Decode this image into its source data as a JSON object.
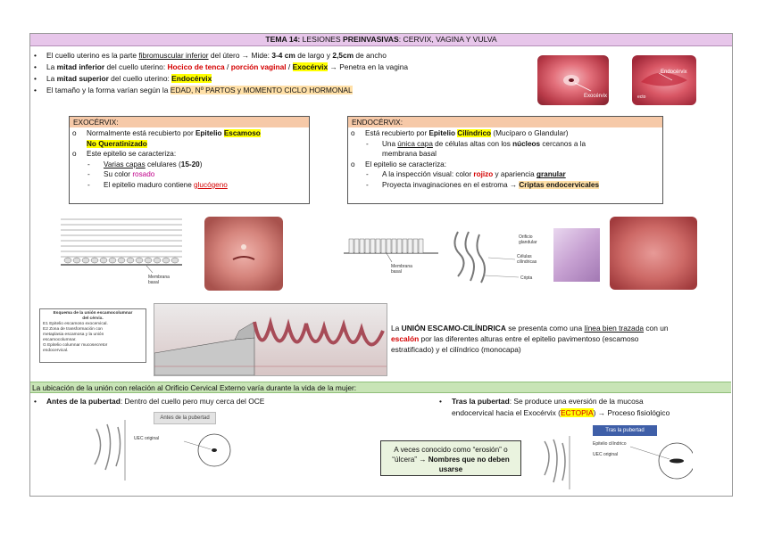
{
  "title": {
    "prefix": "TEMA 14:",
    "rest": " LESIONES ",
    "bold": "PREINVASIVAS",
    "tail": ": CERVIX, VAGINA Y VULVA"
  },
  "intro": {
    "b1": {
      "a": "El cuello uterino es la parte ",
      "u": "fibromuscular inferior",
      "b": " del útero → Mide: ",
      "m1": "3-4 cm",
      "c": " de largo y ",
      "m2": "2,5cm",
      "d": " de ancho"
    },
    "b2": {
      "a": "La ",
      "strong": "mitad inferior",
      "b": " del cuello uterino: ",
      "r1": "Hocico de tenca",
      "sep1": " / ",
      "r2": "porción vaginal",
      "sep2": " / ",
      "hl": "Exocérvix",
      "c": " → Penetra en la vagina"
    },
    "b3": {
      "a": "La ",
      "strong": "mitad superior",
      "b": " del cuello uterino: ",
      "hl": "Endocérvix"
    },
    "b4": {
      "a": "El tamaño y la forma varían según la ",
      "hl": "EDAD, Nº PARTOS y MOMENTO CICLO HORMONAL"
    }
  },
  "photo_labels": {
    "exo": "Exocérvix",
    "endo": "Endocérvix",
    "ecto": "ecto"
  },
  "exo_box": {
    "head": "EXOCÉRVIX:",
    "l1": {
      "a": "Normalmente está recubierto por ",
      "b": "Epitelio ",
      "hl": "Escamoso"
    },
    "l2": {
      "hl": "No Queratinizado"
    },
    "l3": "Este epitelio se caracteriza:",
    "l4": {
      "u": "Varias capas",
      "a": " celulares (",
      "b": "15-20",
      "c": ")"
    },
    "l5": {
      "a": "Su color ",
      "p": "rosado"
    },
    "l6": {
      "a": "El epitelio maduro contiene ",
      "r": "glucógeno"
    }
  },
  "endo_box": {
    "head": "ENDOCÉRVIX:",
    "l1": {
      "a": "Está recubierto por ",
      "b": "Epitelio ",
      "hl": "Cilíndrico",
      "c": " (Mucíparo o Glandular)"
    },
    "l2": {
      "a": "Una ",
      "u": "única capa",
      "b": " de células altas con los ",
      "s": "núcleos",
      "c": " cercanos a la"
    },
    "l3": "membrana basal",
    "l4": "El epitelio se caracteriza:",
    "l5": {
      "a": "A la inspección visual: color ",
      "r": "rojizo",
      "b": " y apariencia ",
      "u": "granular"
    },
    "l6": {
      "a": "Proyecta invaginaciones en el estroma → ",
      "hl": "Criptas endocervicales"
    }
  },
  "fig_labels": {
    "membrana1": "Membrana",
    "basal1": "basal",
    "membrana2": "Membrana",
    "basal2": "basal",
    "orificio": "Orificio",
    "glandular": "glandular",
    "celulas": "Células",
    "cilindricas": "cilíndricas",
    "cripta": "Cripta"
  },
  "schema": {
    "title1": "Esquema de la unión escamocolumnar",
    "title2": "del cérvix.",
    "i1": "E1 Epitelio escamoso exocervical.",
    "i2": "E2 Zona de transformación con",
    "i3": "metaplasia escamosa y la unión",
    "i4": "escamocolumnar.",
    "i5": "G Epitelio columnar mucosecretor",
    "i6": "endocervical."
  },
  "union_text": {
    "l1": {
      "a": "La ",
      "s": "UNIÓN ESCAMO-CILÍNDRICA",
      "b": " se presenta como una ",
      "u": "línea bien trazada",
      "c": " con un"
    },
    "l2": {
      "r": "escalón",
      "a": " por las diferentes alturas entre el epitelio pavimentoso (escamoso"
    },
    "l3": "estratificado) y el cilíndrico (monocapa)"
  },
  "section": "La ubicación de la unión con relación al Orificio Cervical Externo varía durante la vida de la mujer:",
  "before": {
    "s": "Antes de la pubertad",
    "a": ": Dentro del cuello pero muy cerca del OCE"
  },
  "after": {
    "s": "Tras la pubertad",
    "a": ": Se produce una eversión de la mucosa",
    "l2a": "endocervical hacia el Exocérvix (",
    "hl": "ECTOPIA",
    "l2b": ") → Proceso fisiológico"
  },
  "diagram1": {
    "banner": "Antes de la pubertad",
    "label": "UEC original"
  },
  "diagram2": {
    "banner": "Tras la pubertad",
    "label1": "Epitelio cilíndrico",
    "label2": "UEC original"
  },
  "note": {
    "l1": "A veces conocido como “erosión” o",
    "l2a": "“úlcera” → ",
    "l2b": "Nombres que no deben",
    "l3": "usarse"
  },
  "colors": {
    "title_bg": "#e7c6ea",
    "box_head": "#f6c9a8",
    "section_bg": "#c8e4b6",
    "highlight": "#ffff00",
    "red": "#d40000",
    "pink": "#c0008a"
  }
}
